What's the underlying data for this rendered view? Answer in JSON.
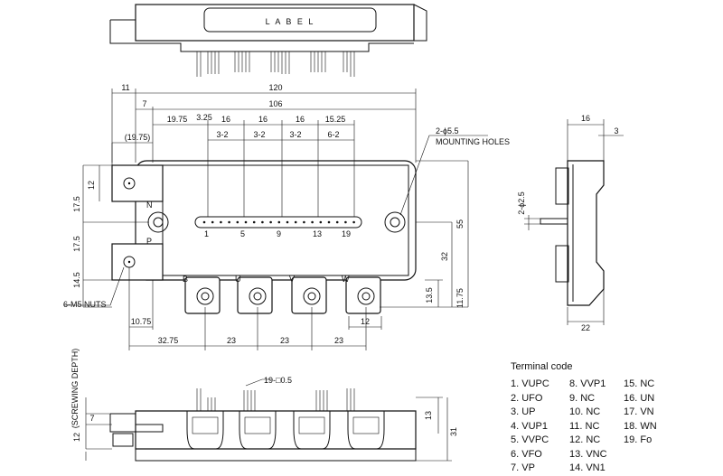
{
  "top_view": {
    "label_text": "L A B E L"
  },
  "dimensions": {
    "d11": "11",
    "d120": "120",
    "d7": "7",
    "d106": "106",
    "d1975": "19.75",
    "d325": "3.25",
    "d16a": "16",
    "d16b": "16",
    "d16c": "16",
    "d1525": "15.25",
    "p32a": "3-2",
    "p32b": "3-2",
    "p32c": "3-2",
    "p62": "6-2",
    "d1975p": "(19.75)",
    "d12": "12",
    "d175a": "17.5",
    "d175b": "17.5",
    "d145": "14.5",
    "mount_holes_count": "2-ϕ5.5",
    "mount_holes_label": "MOUNTING HOLES",
    "d55": "55",
    "d32": "32",
    "d135": "13.5",
    "d1175": "11.75",
    "nuts": "6-M5 NUTS",
    "d1075": "10.75",
    "d3275": "32.75",
    "d23a": "23",
    "d23b": "23",
    "d23c": "23",
    "d12b": "12",
    "side16": "16",
    "side3": "3",
    "side_pin": "2-ϕ2.5",
    "side22": "22",
    "screw_depth": "(SCREWING DEPTH)",
    "d7b": "7",
    "d12c": "12",
    "pin_pitch": "19-□0.5",
    "d13": "13",
    "d31": "31"
  },
  "pin_numbers": [
    "1",
    "5",
    "9",
    "13",
    "19"
  ],
  "terminal_letters": [
    "B",
    "U",
    "V",
    "W",
    "N",
    "P"
  ],
  "terminal_code": {
    "title": "Terminal code",
    "col1": [
      "1. VUPC",
      "2. UFO",
      "3. UP",
      "4. VUP1",
      "5. VVPC",
      "6. VFO",
      "7. VP"
    ],
    "col2": [
      "8. VVP1",
      "9. NC",
      "10. NC",
      "11. NC",
      "12. NC",
      "13. VNC",
      "14. VN1"
    ],
    "col3": [
      "15. NC",
      "16. UN",
      "17. VN",
      "18. WN",
      "19. Fo"
    ]
  }
}
